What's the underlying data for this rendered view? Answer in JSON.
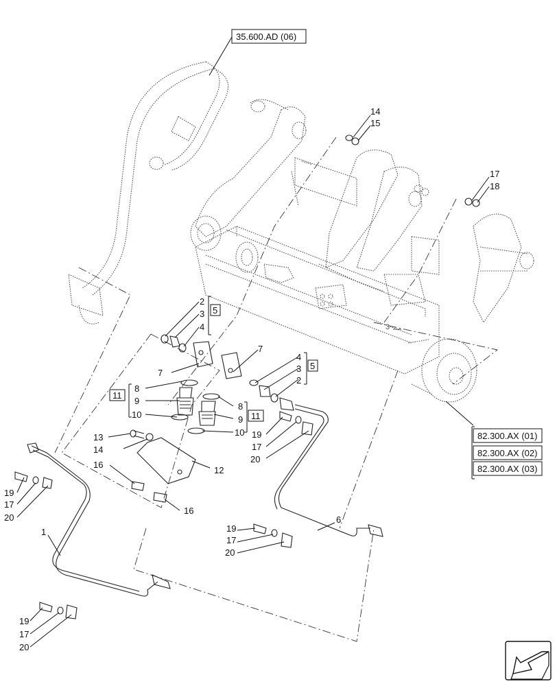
{
  "references": {
    "top": "35.600.AD (06)",
    "right": [
      "82.300.AX (01)",
      "82.300.AX (02)",
      "82.300.AX (03)"
    ]
  },
  "groups": {
    "left": "5",
    "right": "5",
    "seal_left": "11",
    "seal_right": "11"
  },
  "callouts": {
    "c14a": "14",
    "c15": "15",
    "c17a": "17",
    "c18": "18",
    "c2a": "2",
    "c3a": "3",
    "c4a": "4",
    "c7a": "7",
    "c7b": "7",
    "c4b": "4",
    "c3b": "3",
    "c2b": "2",
    "c8a": "8",
    "c9a": "9",
    "c10a": "10",
    "c8b": "8",
    "c9b": "9",
    "c10b": "10",
    "c13": "13",
    "c14b": "14",
    "c12": "12",
    "c16a": "16",
    "c16b": "16",
    "c19a": "19",
    "c17b": "17",
    "c20a": "20",
    "c19b": "19",
    "c17c": "17",
    "c20b": "20",
    "c1": "1",
    "c6": "6",
    "c19c": "19",
    "c17d": "17",
    "c20c": "20",
    "c19d": "19",
    "c17e": "17",
    "c20d": "20",
    "c3c": "3"
  },
  "icons": {
    "nav": "arrow-navigation-icon"
  }
}
